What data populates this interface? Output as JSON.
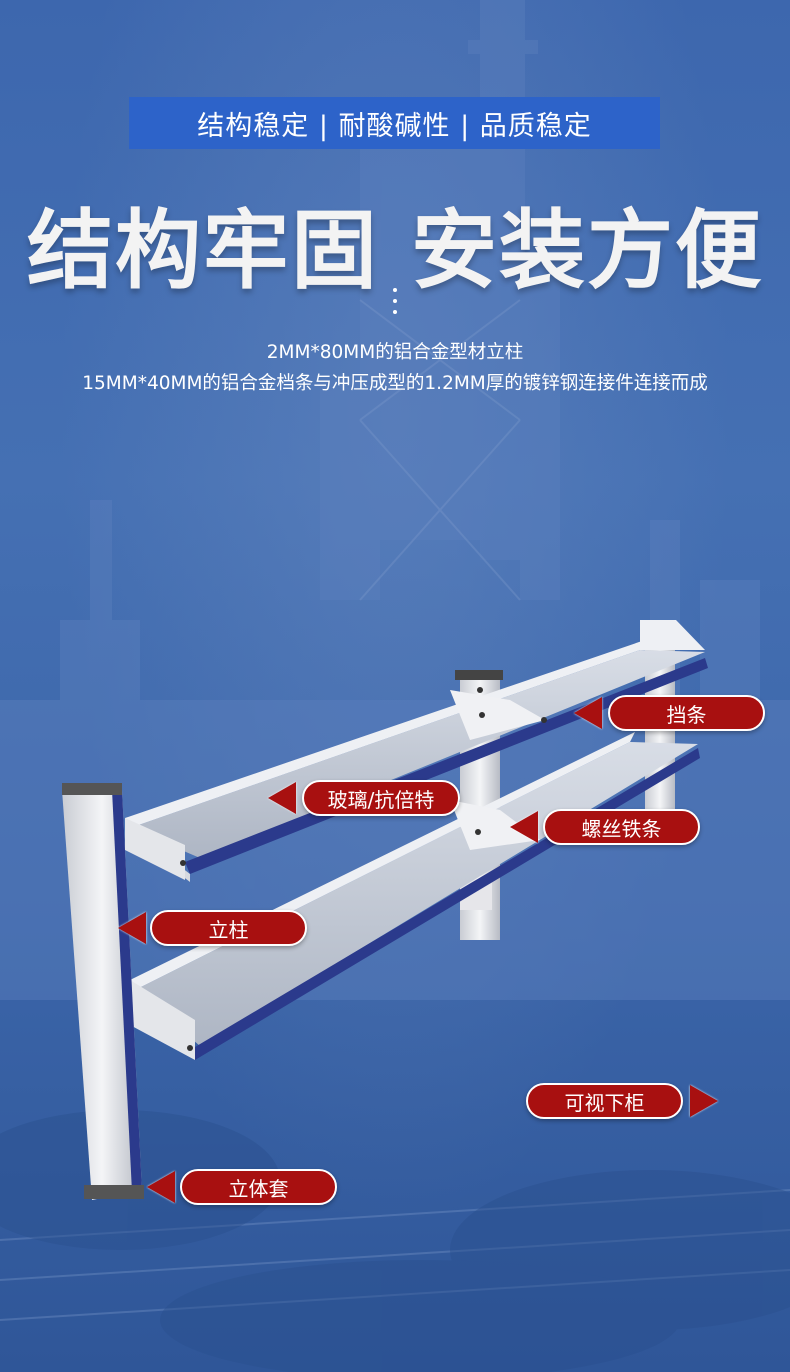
{
  "tagline": "结构稳定 | 耐酸碱性 | 品质稳定",
  "headline": "结构牢固 安装方便",
  "description": {
    "line1": "2MM*80MM的铝合金型材立柱",
    "line2": "15MM*40MM的铝合金档条与冲压成型的1.2MM厚的镀锌钢连接件连接而成"
  },
  "labels": {
    "dangtiao": "挡条",
    "glass": "玻璃/抗倍特",
    "screw": "螺丝铁条",
    "column": "立柱",
    "visible_cabinet": "可视下柜",
    "sleeve": "立体套"
  },
  "colors": {
    "tagline_bg": "#2d63c9",
    "label_bg": "#a81010",
    "background": "#3d67ae"
  }
}
